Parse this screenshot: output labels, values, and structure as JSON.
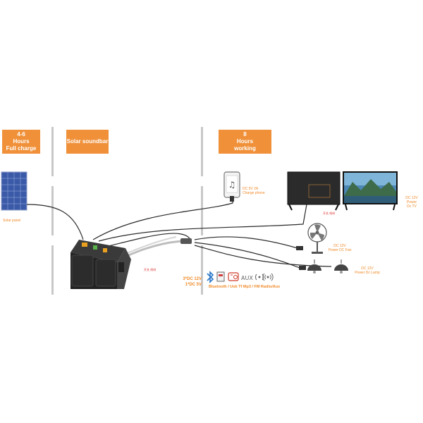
{
  "headers": {
    "charge_line1": "4-6",
    "charge_line2": "Hours",
    "charge_line3": "Full charge",
    "soundbar": "Solar soundbar",
    "working_line1": "8",
    "working_line2": "Hours",
    "working_line3": "working"
  },
  "labels": {
    "solar_panel": "Solar panel",
    "phone_line1": "DC 5V 2A",
    "phone_line2": "Charge phone",
    "tv_line1": "DC 12V",
    "tv_line2": "Power",
    "tv_line3": "Dc TV",
    "fan_line1": "DC 12V",
    "fan_line2": "Power DC Fan",
    "lamp_line1": "DC 12V",
    "lamp_line2": "Power Dc Lamp",
    "outputs_line1": "3*DC 12V",
    "outputs_line2": "1*DC 5V",
    "functions": "Bluetooth / Usb Tf Mp3 / FM Radio/Aux",
    "cable_note": "开关 线材",
    "tv_switch_note": "开关 线材"
  },
  "colors": {
    "orange": "#f0913a",
    "label_orange": "#f08a28",
    "cable": "#2a2a2a"
  }
}
